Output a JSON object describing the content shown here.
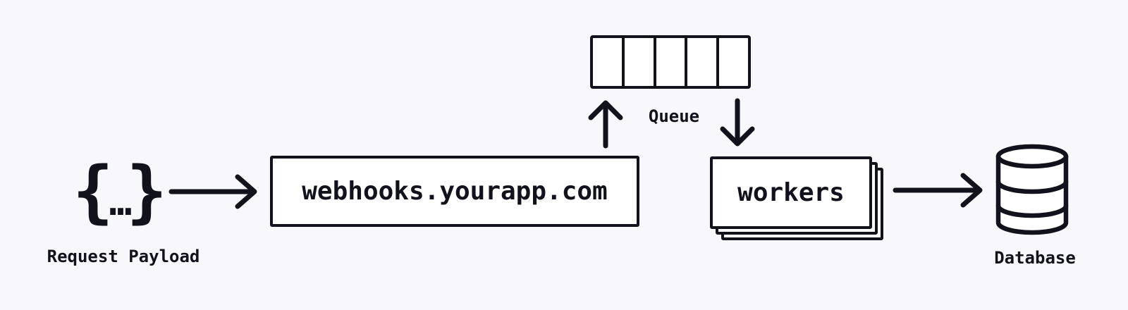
{
  "colors": {
    "background": "#f7f7fc",
    "stroke": "#12121c",
    "node_fill": "#ffffff"
  },
  "nodes": {
    "payload": {
      "brace_open": "{",
      "dots": "…",
      "brace_close": "}",
      "label": "Request Payload"
    },
    "webhook_server": {
      "label": "webhooks.yourapp.com"
    },
    "queue": {
      "label": "Queue",
      "cell_count": 5
    },
    "workers": {
      "label": "workers",
      "stack_count": 3
    },
    "database": {
      "label": "Database"
    }
  },
  "edges": [
    {
      "id": "payload-to-webhook",
      "from": "payload",
      "to": "webhook_server",
      "direction": "right"
    },
    {
      "id": "webhook-to-queue",
      "from": "webhook_server",
      "to": "queue",
      "direction": "up"
    },
    {
      "id": "queue-to-workers",
      "from": "queue",
      "to": "workers",
      "direction": "down"
    },
    {
      "id": "workers-to-database",
      "from": "workers",
      "to": "database",
      "direction": "right"
    }
  ]
}
